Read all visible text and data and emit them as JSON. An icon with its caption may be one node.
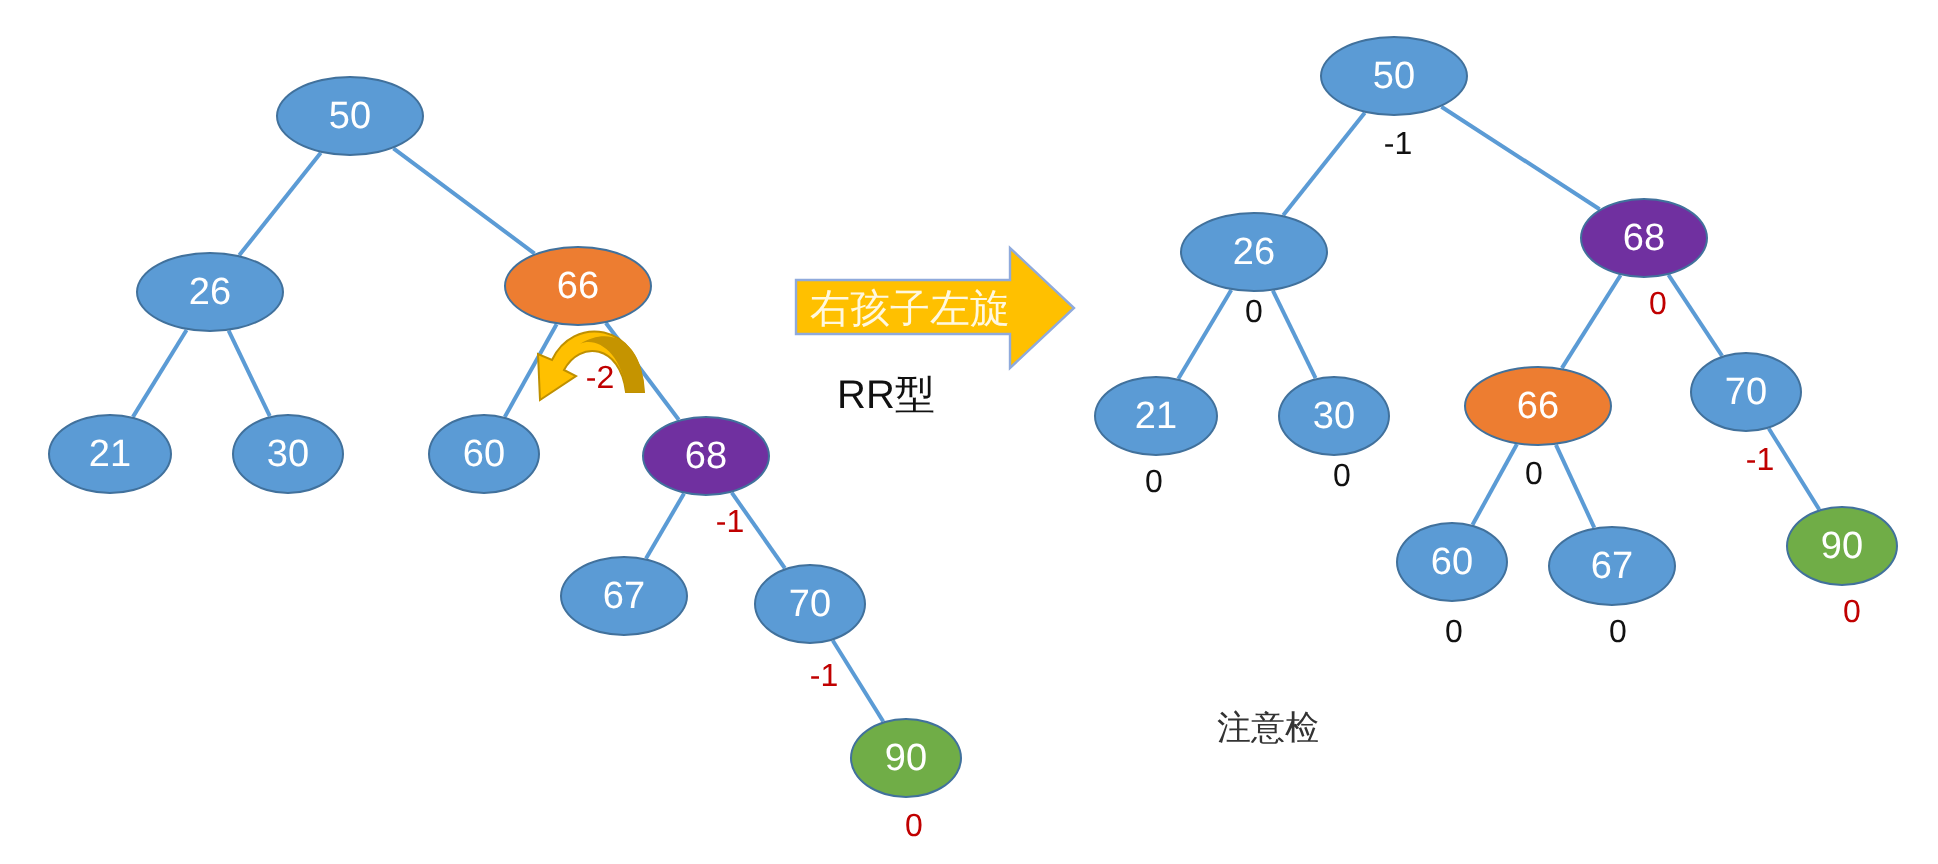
{
  "diagram": {
    "nodes": [
      {
        "text": [
          "50"
        ]
      },
      {
        "text": [
          "26"
        ]
      },
      {
        "text": [
          "66"
        ],
        "beside": [
          "-2"
        ]
      },
      {
        "text": [
          "21"
        ]
      },
      {
        "text": [
          "30"
        ]
      },
      {
        "text": [
          "60"
        ]
      },
      {
        "text": [
          "68"
        ],
        "beside": [
          "-1"
        ]
      },
      {
        "text": [
          "67"
        ]
      },
      {
        "text": [
          "70"
        ],
        "beside": [
          "-1"
        ]
      },
      {
        "text": [
          "90"
        ],
        "beside": [
          "0"
        ]
      },
      {
        "text": [
          "右孩子左旋"
        ]
      },
      {
        "text": [
          "50"
        ],
        "beside": [
          "-1"
        ]
      },
      {
        "text": [
          "26"
        ],
        "beside": [
          "0"
        ]
      },
      {
        "text": [
          "68"
        ],
        "beside": [
          "0"
        ]
      },
      {
        "text": [
          "21"
        ],
        "beside": [
          "0"
        ]
      },
      {
        "text": [
          "30"
        ],
        "beside": [
          "0"
        ]
      },
      {
        "text": [
          "66"
        ],
        "beside": [
          "0"
        ]
      },
      {
        "text": [
          "70"
        ],
        "beside": [
          "-1"
        ]
      },
      {
        "text": [
          "60"
        ],
        "beside": [
          "0"
        ]
      },
      {
        "text": [
          "67"
        ],
        "beside": [
          "0"
        ]
      },
      {
        "text": [
          "90"
        ],
        "beside": [
          "0"
        ]
      }
    ],
    "edges": [
      {
        "from": 0,
        "to": 1,
        "arrow": "none"
      },
      {
        "from": 0,
        "to": 2,
        "arrow": "none"
      },
      {
        "from": 1,
        "to": 3,
        "arrow": "none"
      },
      {
        "from": 1,
        "to": 4,
        "arrow": "none"
      },
      {
        "from": 2,
        "to": 5,
        "arrow": "none"
      },
      {
        "from": 2,
        "to": 6,
        "arrow": "none"
      },
      {
        "from": 6,
        "to": 7,
        "arrow": "none"
      },
      {
        "from": 6,
        "to": 8,
        "arrow": "none"
      },
      {
        "from": 8,
        "to": 9,
        "arrow": "none"
      },
      {
        "from": 11,
        "to": 12,
        "arrow": "none"
      },
      {
        "from": 11,
        "to": 13,
        "arrow": "none"
      },
      {
        "from": 12,
        "to": 14,
        "arrow": "none"
      },
      {
        "from": 12,
        "to": 15,
        "arrow": "none"
      },
      {
        "from": 13,
        "to": 16,
        "arrow": "none"
      },
      {
        "from": 13,
        "to": 17,
        "arrow": "none"
      },
      {
        "from": 16,
        "to": 18,
        "arrow": "none"
      },
      {
        "from": 16,
        "to": 19,
        "arrow": "none"
      },
      {
        "from": 17,
        "to": 20,
        "arrow": "none"
      }
    ],
    "labels": [
      "RR型",
      "注意检"
    ]
  }
}
